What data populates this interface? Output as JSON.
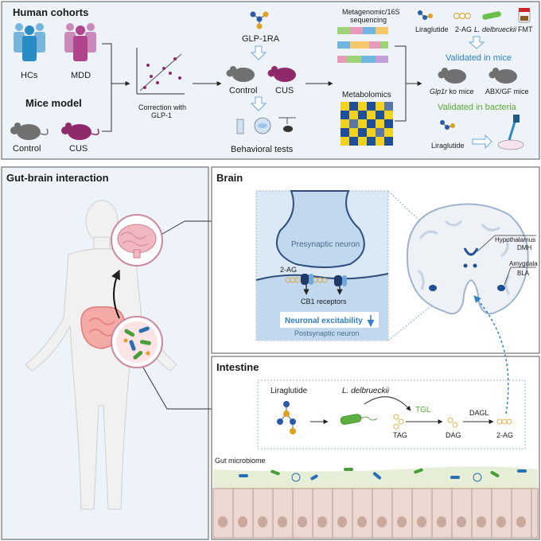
{
  "top": {
    "human_cohorts": "Human cohorts",
    "hcs": "HCs",
    "mdd": "MDD",
    "mice_model": "Mice model",
    "control_left": "Control",
    "cus_left": "CUS",
    "correction_line1": "Correction with",
    "correction_line2": "GLP-1",
    "glp1ra": "GLP-1RA",
    "control_mid": "Control",
    "cus_mid": "CUS",
    "behavioral_tests": "Behavioral tests",
    "metagenomic_line1": "Metagenomic/16S",
    "metagenomic_line2": "sequencing",
    "metabolomics": "Metabolomics",
    "liraglutide_top": "Liraglutide",
    "two_ag_top": "2-AG",
    "ldelbrueckii_top": "L. delbrueckii",
    "fmt": "FMT",
    "validated_mice": "Validated in mice",
    "glp1r_ko_italic": "Glp1r",
    "glp1r_ko_rest": " ko mice",
    "abx_gf": "ABX/GF mice",
    "validated_bacteria": "Validated in bacteria",
    "liraglutide_bottom": "Liraglutide"
  },
  "gut_brain": {
    "title": "Gut-brain interaction"
  },
  "brain": {
    "title": "Brain",
    "presynaptic": "Presynaptic neuron",
    "two_ag": "2-AG",
    "cb1": "CB1 receptors",
    "excitability": "Neuronal excitability",
    "postsynaptic": "Postsynaptic neuron",
    "hypothalamus": "Hypothalamus",
    "dmh": "DMH",
    "amygdala": "Amygdala",
    "bla": "BLA"
  },
  "intestine": {
    "title": "Intestine",
    "liraglutide": "Liraglutide",
    "ldelbrueckii": "L. delbrueckii",
    "tgl": "TGL",
    "tag": "TAG",
    "dag": "DAG",
    "dagl": "DAGL",
    "two_ag": "2-AG",
    "gut_microbiome": "Gut microbiome"
  },
  "colors": {
    "panel_bg": "#eef3f9",
    "arrow_blue": "#2f7fc9",
    "validated_blue": "#2f7fc9",
    "validated_green": "#5aa832",
    "mdd_purple": "#b0458e",
    "hc_blue": "#2a8cc4",
    "tgl_green": "#5aa832"
  }
}
